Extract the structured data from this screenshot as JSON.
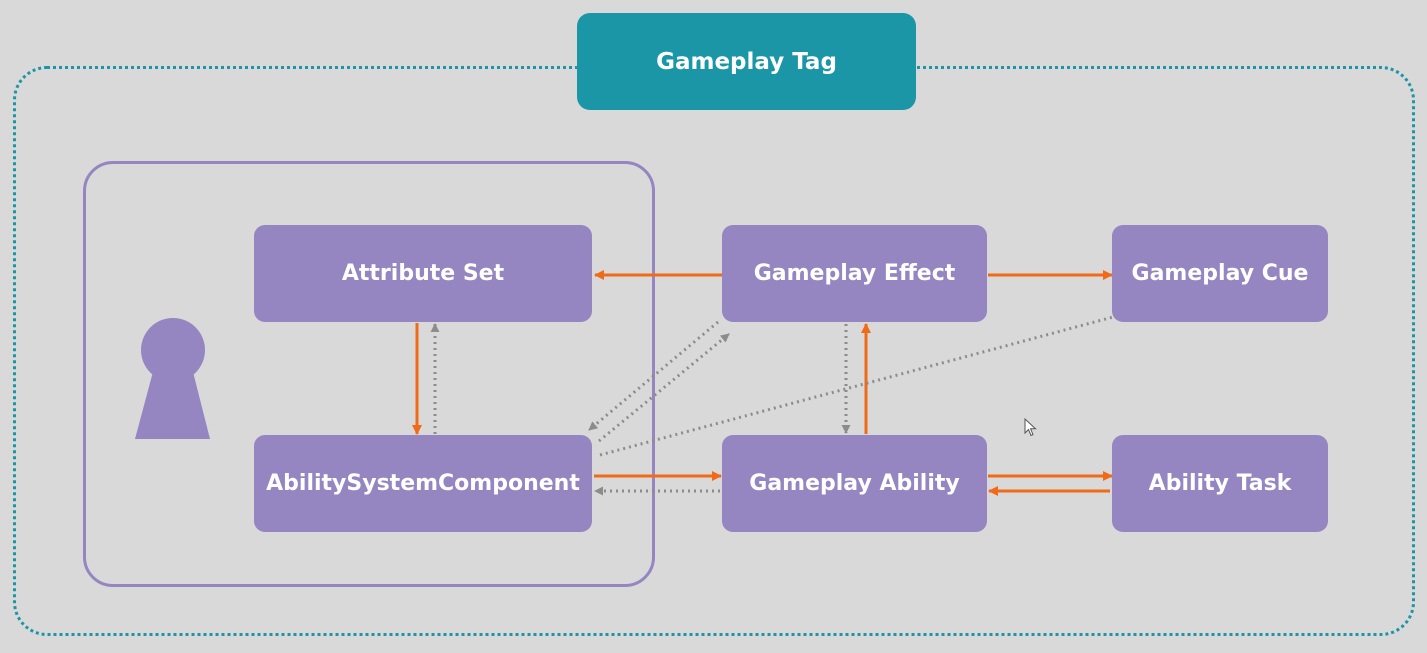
{
  "diagram": {
    "container_label": "Gameplay Tag",
    "nodes": {
      "attribute_set": "Attribute Set",
      "ability_system_component": "AbilitySystemComponent",
      "gameplay_effect": "Gameplay Effect",
      "gameplay_cue": "Gameplay Cue",
      "gameplay_ability": "Gameplay Ability",
      "ability_task": "Ability Task"
    },
    "colors": {
      "background": "#d9d9d9",
      "node_fill": "#9585c1",
      "tag_fill": "#1a96a6",
      "solid_arrow": "#f06a17",
      "dotted_arrow": "#8c8c8c"
    },
    "icons": [
      "actor-icon",
      "mouse-cursor-icon"
    ]
  }
}
